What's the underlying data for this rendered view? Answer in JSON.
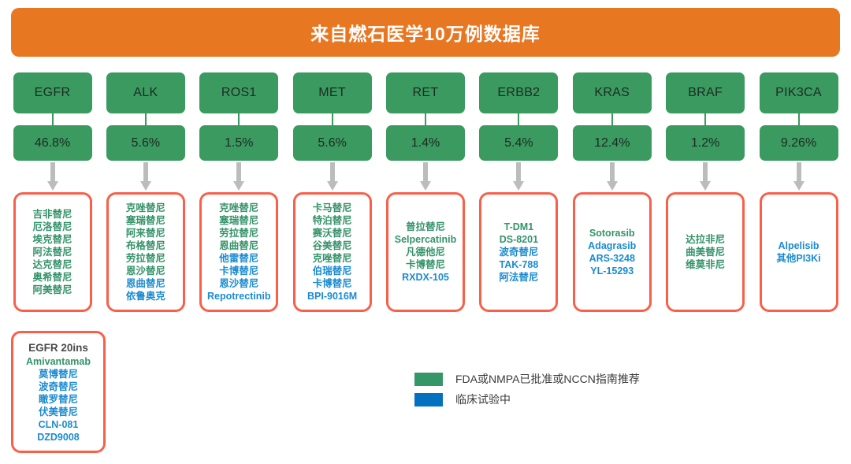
{
  "header": {
    "title": "来自燃石医学10万例数据库",
    "bg_color": "#e87722",
    "text_color": "#ffffff"
  },
  "colors": {
    "gene_box_green": "#3a9a5f",
    "drug_box_border": "#f8604a",
    "approved_green": "#35936a",
    "trial_blue": "#1b8bd0",
    "arrow_gray": "#bcbcbc",
    "legend_green": "#359768",
    "legend_blue": "#0570c0"
  },
  "columns": [
    {
      "gene": "EGFR",
      "percent": "46.8%",
      "drugs": [
        {
          "name": "吉非替尼",
          "status": "approved"
        },
        {
          "name": "厄洛替尼",
          "status": "approved"
        },
        {
          "name": "埃克替尼",
          "status": "approved"
        },
        {
          "name": "阿法替尼",
          "status": "approved"
        },
        {
          "name": "达克替尼",
          "status": "approved"
        },
        {
          "name": "奥希替尼",
          "status": "approved"
        },
        {
          "name": "阿美替尼",
          "status": "approved"
        }
      ]
    },
    {
      "gene": "ALK",
      "percent": "5.6%",
      "drugs": [
        {
          "name": "克唑替尼",
          "status": "approved"
        },
        {
          "name": "塞瑞替尼",
          "status": "approved"
        },
        {
          "name": "阿来替尼",
          "status": "approved"
        },
        {
          "name": "布格替尼",
          "status": "approved"
        },
        {
          "name": "劳拉替尼",
          "status": "approved"
        },
        {
          "name": "恩沙替尼",
          "status": "approved"
        },
        {
          "name": "恩曲替尼",
          "status": "trial"
        },
        {
          "name": "依鲁奥克",
          "status": "trial"
        }
      ]
    },
    {
      "gene": "ROS1",
      "percent": "1.5%",
      "drugs": [
        {
          "name": "克唑替尼",
          "status": "approved"
        },
        {
          "name": "塞瑞替尼",
          "status": "approved"
        },
        {
          "name": "劳拉替尼",
          "status": "approved"
        },
        {
          "name": "恩曲替尼",
          "status": "approved"
        },
        {
          "name": "他雷替尼",
          "status": "trial"
        },
        {
          "name": "卡博替尼",
          "status": "trial"
        },
        {
          "name": "恩沙替尼",
          "status": "trial"
        },
        {
          "name": "Repotrectinib",
          "status": "trial"
        }
      ]
    },
    {
      "gene": "MET",
      "percent": "5.6%",
      "drugs": [
        {
          "name": "卡马替尼",
          "status": "approved"
        },
        {
          "name": "特泊替尼",
          "status": "approved"
        },
        {
          "name": "赛沃替尼",
          "status": "approved"
        },
        {
          "name": "谷美替尼",
          "status": "approved"
        },
        {
          "name": "克唑替尼",
          "status": "approved"
        },
        {
          "name": "伯瑞替尼",
          "status": "trial"
        },
        {
          "name": "卡博替尼",
          "status": "trial"
        },
        {
          "name": "BPI-9016M",
          "status": "trial"
        }
      ]
    },
    {
      "gene": "RET",
      "percent": "1.4%",
      "drugs": [
        {
          "name": "普拉替尼",
          "status": "approved"
        },
        {
          "name": "Selpercatinib",
          "status": "approved"
        },
        {
          "name": "凡德他尼",
          "status": "approved"
        },
        {
          "name": "卡博替尼",
          "status": "approved"
        },
        {
          "name": "RXDX-105",
          "status": "trial"
        }
      ]
    },
    {
      "gene": "ERBB2",
      "percent": "5.4%",
      "drugs": [
        {
          "name": "T-DM1",
          "status": "approved"
        },
        {
          "name": "DS-8201",
          "status": "approved"
        },
        {
          "name": "波奇替尼",
          "status": "trial"
        },
        {
          "name": "TAK-788",
          "status": "trial"
        },
        {
          "name": "阿法替尼",
          "status": "trial"
        }
      ]
    },
    {
      "gene": "KRAS",
      "percent": "12.4%",
      "drugs": [
        {
          "name": "Sotorasib",
          "status": "approved"
        },
        {
          "name": "Adagrasib",
          "status": "trial"
        },
        {
          "name": "ARS-3248",
          "status": "trial"
        },
        {
          "name": "YL-15293",
          "status": "trial"
        }
      ]
    },
    {
      "gene": "BRAF",
      "percent": "1.2%",
      "drugs": [
        {
          "name": "达拉非尼",
          "status": "approved"
        },
        {
          "name": "曲美替尼",
          "status": "approved"
        },
        {
          "name": "维莫非尼",
          "status": "approved"
        }
      ]
    },
    {
      "gene": "PIK3CA",
      "percent": "9.26%",
      "drugs": [
        {
          "name": "Alpelisib",
          "status": "trial"
        },
        {
          "name": "其他PI3Ki",
          "status": "trial"
        }
      ]
    }
  ],
  "sub_box": {
    "title": "EGFR 20ins",
    "drugs": [
      {
        "name": "Amivantamab",
        "status": "approved"
      },
      {
        "name": "莫博替尼",
        "status": "trial"
      },
      {
        "name": "波奇替尼",
        "status": "trial"
      },
      {
        "name": "瞮罗替尼",
        "status": "trial"
      },
      {
        "name": "伏美替尼",
        "status": "trial"
      },
      {
        "name": "CLN-081",
        "status": "trial"
      },
      {
        "name": "DZD9008",
        "status": "trial"
      }
    ]
  },
  "legend": [
    {
      "swatch": "green",
      "label": "FDA或NMPA已批准或NCCN指南推荐"
    },
    {
      "swatch": "blue",
      "label": "临床试验中"
    }
  ]
}
